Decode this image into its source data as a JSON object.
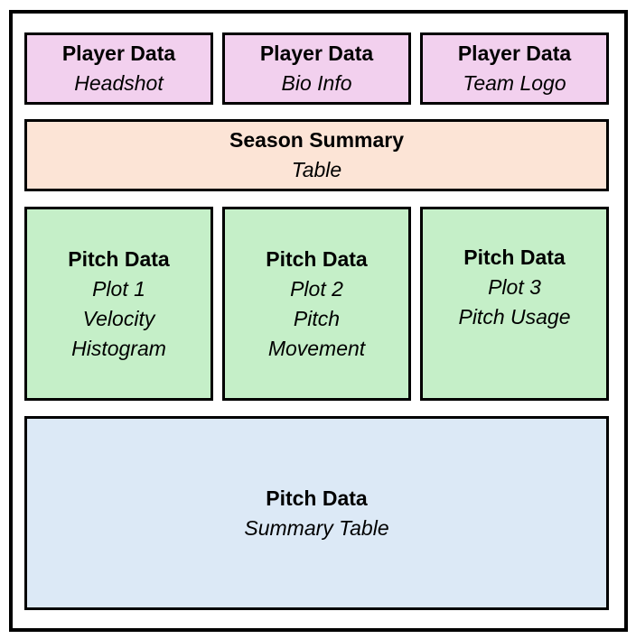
{
  "diagram": {
    "boxes": [
      {
        "title": "Player Data",
        "lines": [
          "Headshot"
        ]
      },
      {
        "title": "Player Data",
        "lines": [
          "Bio Info"
        ]
      },
      {
        "title": "Player Data",
        "lines": [
          "Team Logo"
        ]
      },
      {
        "title": "Season Summary",
        "lines": [
          "Table"
        ]
      },
      {
        "title": "Pitch Data",
        "lines": [
          "Plot 1",
          "Velocity",
          "Histogram"
        ]
      },
      {
        "title": "Pitch Data",
        "lines": [
          "Plot 2",
          "Pitch",
          "Movement"
        ]
      },
      {
        "title": "Pitch Data",
        "lines": [
          "Plot 3",
          "Pitch Usage"
        ]
      },
      {
        "title": "Pitch Data",
        "lines": [
          "Summary Table"
        ]
      }
    ],
    "colors": {
      "player": "#f2d0ee",
      "season": "#fce4d6",
      "plots": "#c5efc8",
      "summary": "#dce9f6",
      "border": "#000000"
    }
  }
}
